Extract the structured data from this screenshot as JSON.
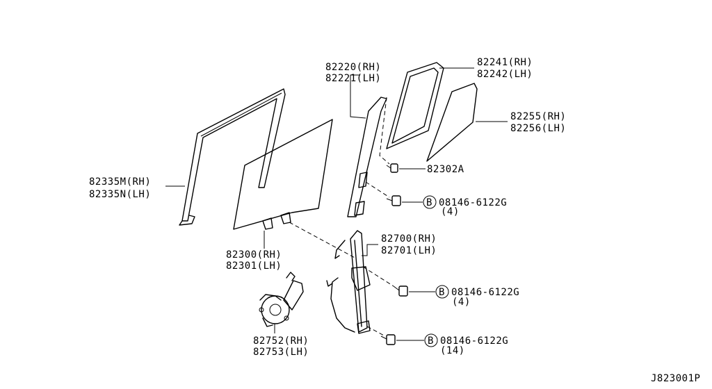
{
  "diagram": {
    "callouts": {
      "run_channel": {
        "rh": "82335M(RH)",
        "lh": "82335N(LH)"
      },
      "door_glass": {
        "rh": "82300(RH)",
        "lh": "82301(LH)"
      },
      "sash": {
        "rh": "82220(RH)",
        "lh": "82221(LH)"
      },
      "partition_seal": {
        "rh": "82241(RH)",
        "lh": "82242(LH)"
      },
      "fixed_glass": {
        "rh": "82255(RH)",
        "lh": "82256(LH)"
      },
      "screw": {
        "code": "82302A"
      },
      "bolt_sash": {
        "mark": "B",
        "code": "08146-6122G",
        "qty": "(4)"
      },
      "regulator": {
        "rh": "82700(RH)",
        "lh": "82701(LH)"
      },
      "bolt_regulator": {
        "mark": "B",
        "code": "08146-6122G",
        "qty": "(4)"
      },
      "bolt_lower": {
        "mark": "B",
        "code": "08146-6122G",
        "qty": "(14)"
      },
      "motor": {
        "rh": "82752(RH)",
        "lh": "82753(LH)"
      }
    },
    "figure_id": "J823001P"
  }
}
